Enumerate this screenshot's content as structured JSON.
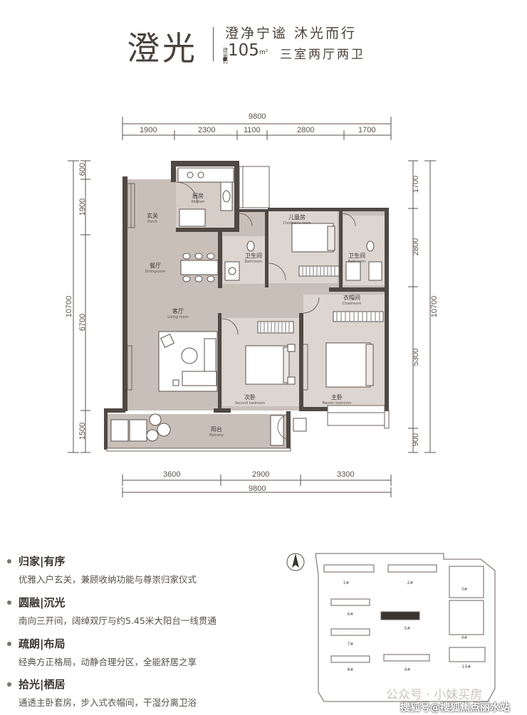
{
  "header": {
    "title": "澄光",
    "slogan": "澄净宁谧 沐光而行",
    "area_label": "建面约",
    "area_value": "105",
    "area_unit": "m²",
    "layout_type": "三室两厅两卫"
  },
  "dimensions": {
    "top_total": "9800",
    "top_segments": [
      "1900",
      "2300",
      "1100",
      "2800",
      "1700"
    ],
    "bottom_total": "9800",
    "bottom_segments": [
      "3600",
      "2900",
      "3300"
    ],
    "left_total": "10700",
    "left_segments": [
      "600",
      "1900",
      "6700",
      "1500"
    ],
    "right_total": "10700",
    "right_segments": [
      "1700",
      "2800",
      "5300",
      "900"
    ]
  },
  "rooms": {
    "kitchen": {
      "cn": "厨房",
      "en": "Kitchen"
    },
    "porch": {
      "cn": "玄关",
      "en": "Porch"
    },
    "dining": {
      "cn": "餐厅",
      "en": "Diningroom"
    },
    "living": {
      "cn": "客厅",
      "en": "Living room"
    },
    "bath1": {
      "cn": "卫生间",
      "en": "Bathroom"
    },
    "children": {
      "cn": "儿童房",
      "en": "Children's room"
    },
    "bath2": {
      "cn": "卫生间",
      "en": "Bathroom"
    },
    "closet": {
      "cn": "衣帽间",
      "en": "Cloakroom"
    },
    "second": {
      "cn": "次卧",
      "en": "Second bedroom"
    },
    "master": {
      "cn": "主卧",
      "en": "Master bedroom"
    },
    "balcony": {
      "cn": "阳台",
      "en": "Balcony"
    }
  },
  "features": [
    {
      "title": "归家|有序",
      "desc": "优雅入户玄关，兼顾收纳功能与尊崇归家仪式"
    },
    {
      "title": "圆融|沉光",
      "desc": "南向三开间，阔绰双厅与约5.45米大阳台一线贯通"
    },
    {
      "title": "疏朗|布局",
      "desc": "经典方正格局，动静合理分区，全能舒居之享"
    },
    {
      "title": "拾光|栖居",
      "desc": "通透主卧套房，步入式衣帽间，干湿分离卫浴"
    }
  ],
  "site_plan": {
    "buildings": [
      "1#",
      "2#",
      "3#",
      "4#",
      "5#",
      "6#",
      "7#",
      "8#",
      "9#",
      "10#"
    ]
  },
  "watermarks": {
    "wechat": "公众号 · 小妹买房",
    "sohu": "搜狐号@搜狐焦点丽水站"
  }
}
